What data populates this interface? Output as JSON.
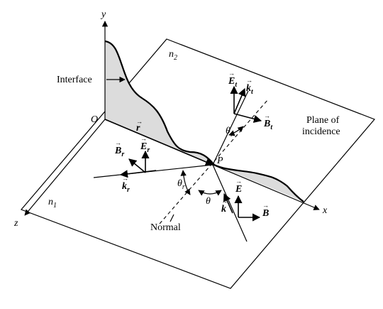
{
  "labels": {
    "y_axis": "y",
    "x_axis": "x",
    "z_axis": "z",
    "origin": "O",
    "point": "P",
    "interface": "Interface",
    "normal": "Normal",
    "plane_line1": "Plane of",
    "plane_line2": "incidence",
    "n1": "n",
    "n1_sub": "1",
    "n2": "n",
    "n2_sub": "2",
    "r_vec": "r",
    "E_t": "E",
    "E_t_sub": "t",
    "k_t": "k",
    "k_t_sub": "t",
    "B_t": "B",
    "B_t_sub": "t",
    "theta_t": "θ",
    "theta_t_sub": "t",
    "B_r": "B",
    "B_r_sub": "r",
    "E_r": "E",
    "E_r_sub": "r",
    "k_r": "k",
    "k_r_sub": "r",
    "theta_r": "θ",
    "theta_r_sub": "r",
    "theta": "θ",
    "E_i": "E",
    "k_i": "k",
    "B_i": "B"
  }
}
